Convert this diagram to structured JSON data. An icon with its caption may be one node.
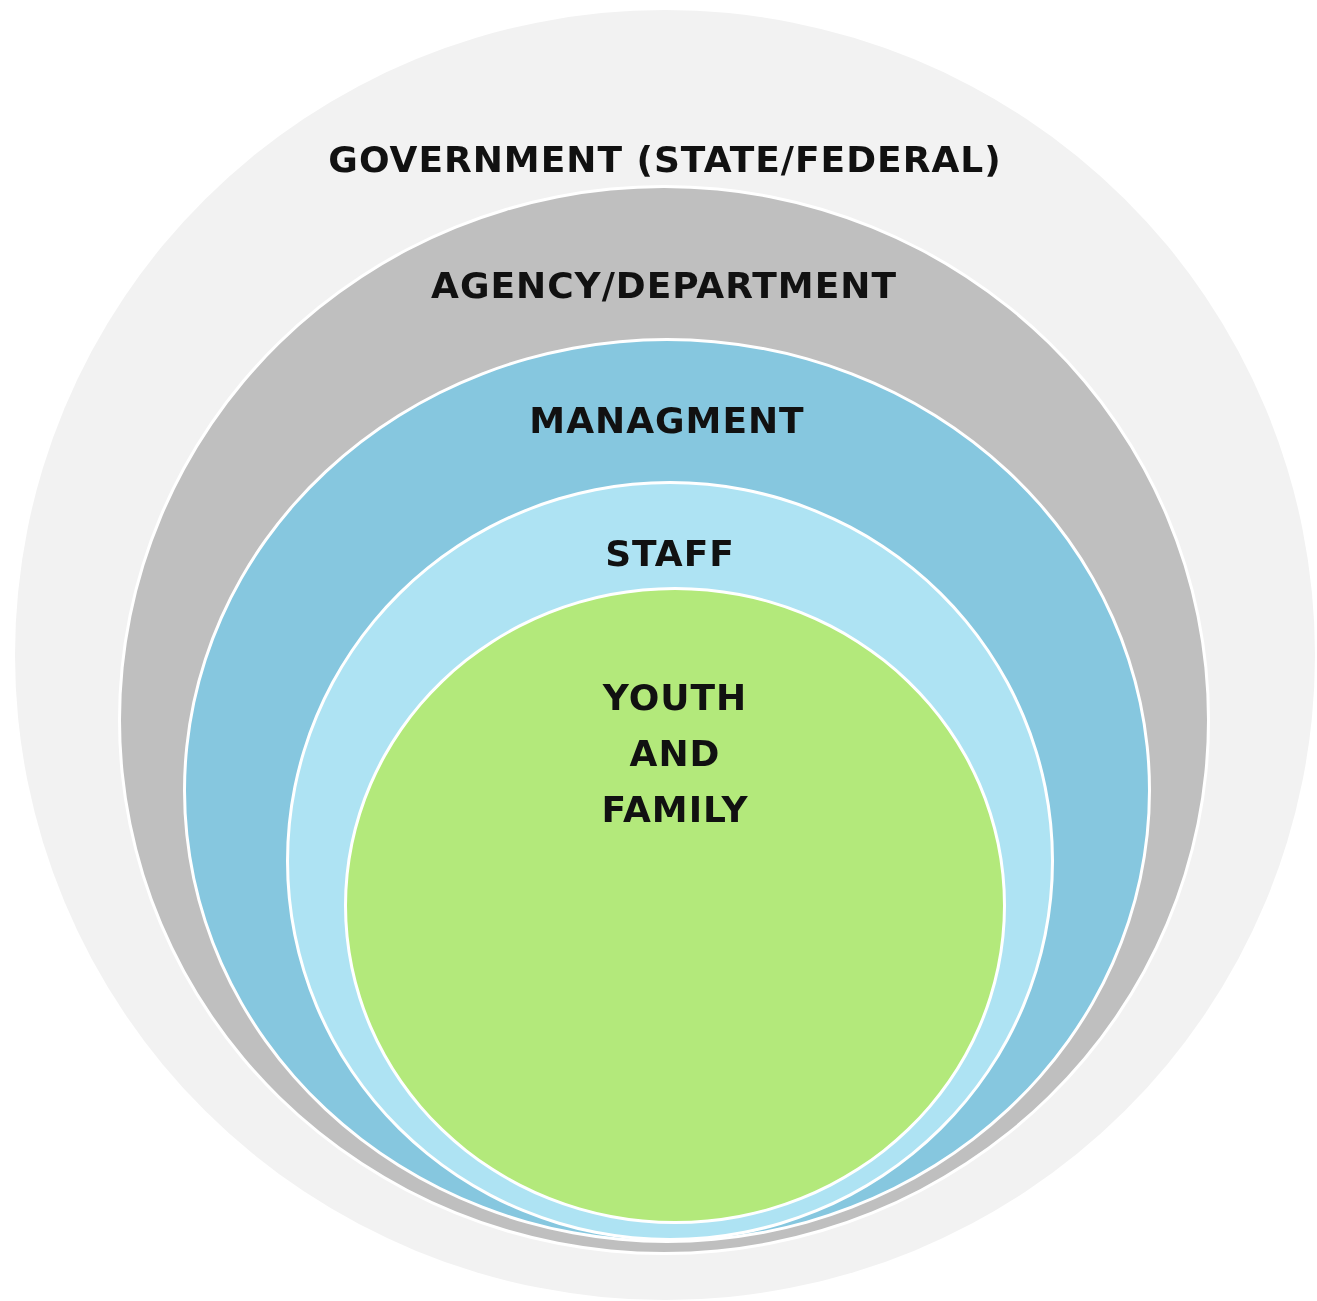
{
  "diagram": {
    "nodes": [
      {
        "text": [
          "GOVERNMENT (STATE/FEDERAL)"
        ]
      },
      {
        "text": [
          "AGENCY/DEPARTMENT"
        ],
        "in": 0
      },
      {
        "text": [
          "MANAGMENT"
        ],
        "in": 1
      },
      {
        "text": [
          "STAFF"
        ],
        "in": 2
      },
      {
        "text": [
          "YOUTH AND FAMILY"
        ],
        "in": 3
      }
    ]
  }
}
